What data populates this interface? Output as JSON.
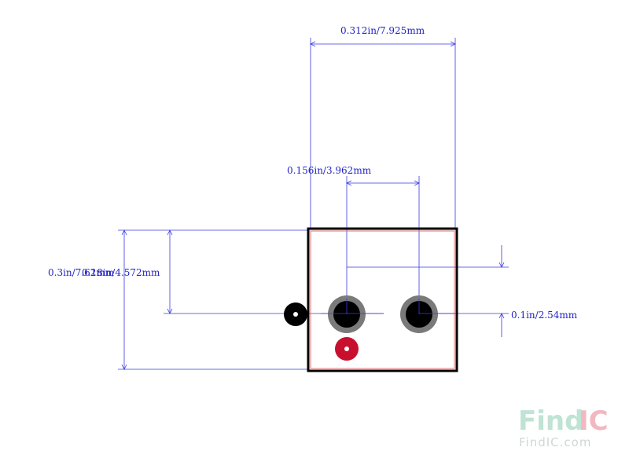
{
  "dimensions": {
    "top_width": "0.312in/7.925mm",
    "pin_spacing": "0.156in/3.962mm",
    "left_height_overlap": "0.3in/7.62mm",
    "left_height_inner": "0.18in/4.572mm",
    "right_offset": "0.1in/2.54mm"
  },
  "watermark": {
    "logo_find": "Find",
    "logo_ic": "IC",
    "url": "FindIC.com"
  },
  "colors": {
    "dimension": "#3a3ae0",
    "outline": "#000000",
    "pad_ring": "#7a7a7a",
    "pad_hole": "#000000",
    "pin1_marker": "#c8102e",
    "watermark_find": "#bfe3d4",
    "watermark_ic": "#f2b8c0"
  }
}
